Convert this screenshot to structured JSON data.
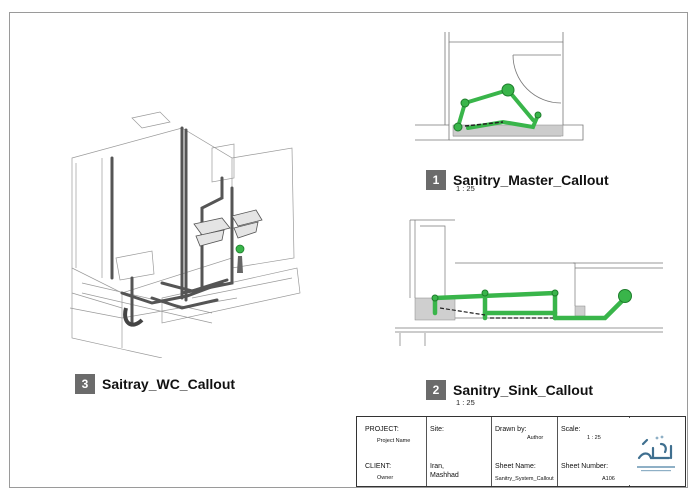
{
  "views": [
    {
      "number": "1",
      "name": "Sanitry_Master_Callout",
      "scale": "1 : 25"
    },
    {
      "number": "2",
      "name": "Sanitry_Sink_Callout",
      "scale": "1 : 25"
    },
    {
      "number": "3",
      "name": "Saitray_WC_Callout",
      "scale": ""
    }
  ],
  "title_block": {
    "project_label": "PROJECT:",
    "project_value": "Project Name",
    "site_label": "Site:",
    "drawn_by_label": "Drawn by:",
    "drawn_by_value": "Author",
    "scale_label": "Scale:",
    "scale_value": "1 : 25",
    "client_label": "CLIENT:",
    "client_value": "Owner",
    "site_value_line1": "Iran,",
    "site_value_line2": "Mashhad",
    "sheet_name_label": "Sheet Name:",
    "sheet_name_value": "Sanitry_System_Callout",
    "sheet_number_label": "Sheet Number:",
    "sheet_number_value": "A106"
  },
  "colors": {
    "pipe_green": "#39b54a",
    "pipe_green_dark": "#1e7d2c",
    "line_gray": "#777777",
    "logo_blue": "#3f6f8f",
    "logo_blue_light": "#8fb0c6"
  }
}
